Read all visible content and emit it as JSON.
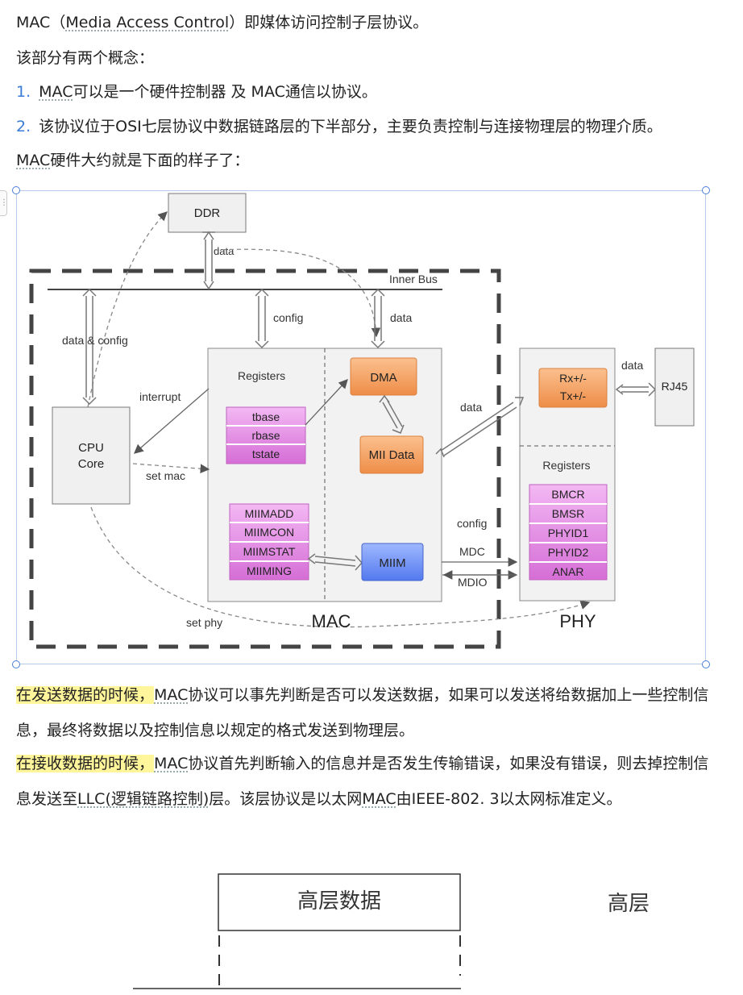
{
  "intro": {
    "line1_a": "MAC（",
    "line1_term": "Media Access Control",
    "line1_b": "）即媒体访问控制子层协议。",
    "line2": "该部分有两个概念：",
    "item1_num": "1.",
    "item1_a": "MAC",
    "item1_b": "可以是一个硬件控制器 及 MAC通信以协议。",
    "item2_num": "2.",
    "item2_text": "该协议位于OSI七层协议中数据链路层的下半部分，主要负责控制与连接物理层的物理介质。",
    "line5_a": "MAC",
    "line5_b": "硬件大约就是下面的样子了："
  },
  "diagram": {
    "ddr": "DDR",
    "data_top": "data",
    "inner_bus": "Inner Bus",
    "config": "config",
    "data_dma": "data",
    "data_config": "data & config",
    "registers": "Registers",
    "dma": "DMA",
    "interrupt": "interrupt",
    "cpu_line1": "CPU",
    "cpu_line2": "Core",
    "set_mac": "set mac",
    "tbase": "tbase",
    "rbase": "rbase",
    "tstate": "tstate",
    "mii_data": "MII Data",
    "data_phy": "data",
    "rx": "Rx+/-",
    "tx": "Tx+/-",
    "data_rj45": "data",
    "rj45": "RJ45",
    "phy_registers": "Registers",
    "bmcr": "BMCR",
    "bmsr": "BMSR",
    "phyid1": "PHYID1",
    "phyid2": "PHYID2",
    "anar": "ANAR",
    "miimadd": "MIIMADD",
    "miimcon": "MIIMCON",
    "miimstat": "MIIMSTAT",
    "miiming": "MIIMING",
    "miim": "MIIM",
    "config_phy": "config",
    "mdc": "MDC",
    "mdio": "MDIO",
    "set_phy": "set phy",
    "mac_label": "MAC",
    "phy_label": "PHY"
  },
  "body": {
    "p1_hl": "在发送数据的时候，",
    "p1_a": "MAC",
    "p1_b": "协议可以事先判断是否可以发送数据，如果可以发送将给数据加上一些控制信息，最终将数据以及控制信息以规定的格式发送到物理层。",
    "p2_hl": "在接收数据的时候，",
    "p2_a": "MAC",
    "p2_b": "协议首先判断输入的信息并是否发生传输错误，如果没有错误，则去掉控制信息发送至",
    "p2_llc": "LLC(逻辑链路控制)",
    "p2_c": "层。该层协议是以太网",
    "p2_mac": "MAC",
    "p2_d": "由IEEE-802. 3以太网标准定义。"
  },
  "figure2": {
    "box_label": "高层数据",
    "side_label": "高层"
  }
}
